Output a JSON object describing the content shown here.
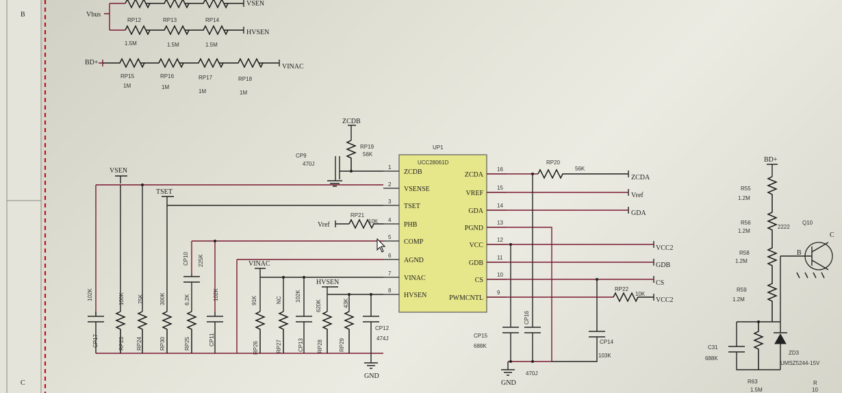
{
  "frame": {
    "zone_b": "B",
    "zone_c": "C"
  },
  "top": {
    "vbus": "Vbus",
    "vsen": "VSEN",
    "hvsen": "HVSEN",
    "bd_plus": "BD+",
    "vinac": "VINAC",
    "resistors": [
      {
        "ref": "RP12",
        "val": "1.5M"
      },
      {
        "ref": "RP13",
        "val": "1.5M"
      },
      {
        "ref": "RP14",
        "val": "1.5M"
      },
      {
        "ref": "RP15",
        "val": "1M"
      },
      {
        "ref": "RP16",
        "val": "1M"
      },
      {
        "ref": "RP17",
        "val": "1M"
      },
      {
        "ref": "RP18",
        "val": "1M"
      }
    ]
  },
  "ic": {
    "ref": "UP1",
    "part": "UCC28061D",
    "left_pins": [
      {
        "num": "1",
        "name": "ZCDB"
      },
      {
        "num": "2",
        "name": "VSENSE"
      },
      {
        "num": "3",
        "name": "TSET"
      },
      {
        "num": "4",
        "name": "PHB"
      },
      {
        "num": "5",
        "name": "COMP"
      },
      {
        "num": "6",
        "name": "AGND"
      },
      {
        "num": "7",
        "name": "VINAC"
      },
      {
        "num": "8",
        "name": "HVSEN"
      }
    ],
    "right_pins": [
      {
        "num": "16",
        "name": "ZCDA"
      },
      {
        "num": "15",
        "name": "VREF"
      },
      {
        "num": "14",
        "name": "GDA"
      },
      {
        "num": "13",
        "name": "PGND"
      },
      {
        "num": "12",
        "name": "VCC"
      },
      {
        "num": "11",
        "name": "GDB"
      },
      {
        "num": "10",
        "name": "CS"
      },
      {
        "num": "9",
        "name": "PWMCNTL"
      }
    ]
  },
  "nets": {
    "zcdb": "ZCDB",
    "vsen": "VSEN",
    "tset": "TSET",
    "vref": "Vref",
    "vinac": "VINAC",
    "hvsen": "HVSEN",
    "gnd1": "GND",
    "gnd2": "GND",
    "zcda": "ZCDA",
    "vref_r": "Vref",
    "gda": "GDA",
    "vcc2a": "VCC2",
    "gdb": "GDB",
    "cs": "CS",
    "vcc2b": "VCC2",
    "bd_plus": "BD+"
  },
  "parts": {
    "cp9": "CP9",
    "cp9v": "470J",
    "rp19": "RP19",
    "rp19v": "56K",
    "rp21": "RP21",
    "rp21v": "10K",
    "rp20": "RP20",
    "rp20v": "56K",
    "rp22": "RP22",
    "rp22v": "10K",
    "cp17": "CP17",
    "cp17v": "102K",
    "rp23": "RP23",
    "rp23v": "100K",
    "rp24": "RP24",
    "rp24v": "75K",
    "rp30": "RP30",
    "rp30v": "300K",
    "rp25": "RP25",
    "rp25v": "6.2K",
    "cp10": "CP10",
    "cp10v": "225K",
    "cp11": "CP11",
    "cp11v": "102K",
    "rp26": "RP26",
    "rp26v": "91K",
    "rp27": "RP27",
    "rp27v": "NC",
    "cp13": "CP13",
    "cp13v": "102K",
    "rp28": "RP28",
    "rp28v": "620K",
    "rp29": "RP29",
    "rp29v": "43K",
    "cp12": "CP12",
    "cp12v": "474J",
    "cp15": "CP15",
    "cp15v": "688K",
    "cp16": "CP16",
    "cp16v": "470J",
    "cp14": "CP14",
    "cp14v": "103K",
    "r55": "R55",
    "r55v": "1.2M",
    "r56": "R56",
    "r56v": "1.2M",
    "r58": "R58",
    "r58v": "1.2M",
    "r59": "R59",
    "r59v": "1.2M",
    "r59n": "2222",
    "q10": "Q10",
    "q10b": "B",
    "q10c": "C",
    "c31": "C31",
    "c31v": "688K",
    "zd3": "ZD3",
    "zd3v": "UMSZ5244-15V",
    "r63": "R63",
    "r63v": "1.5M",
    "edge_r": "R",
    "edge_10": "10"
  }
}
